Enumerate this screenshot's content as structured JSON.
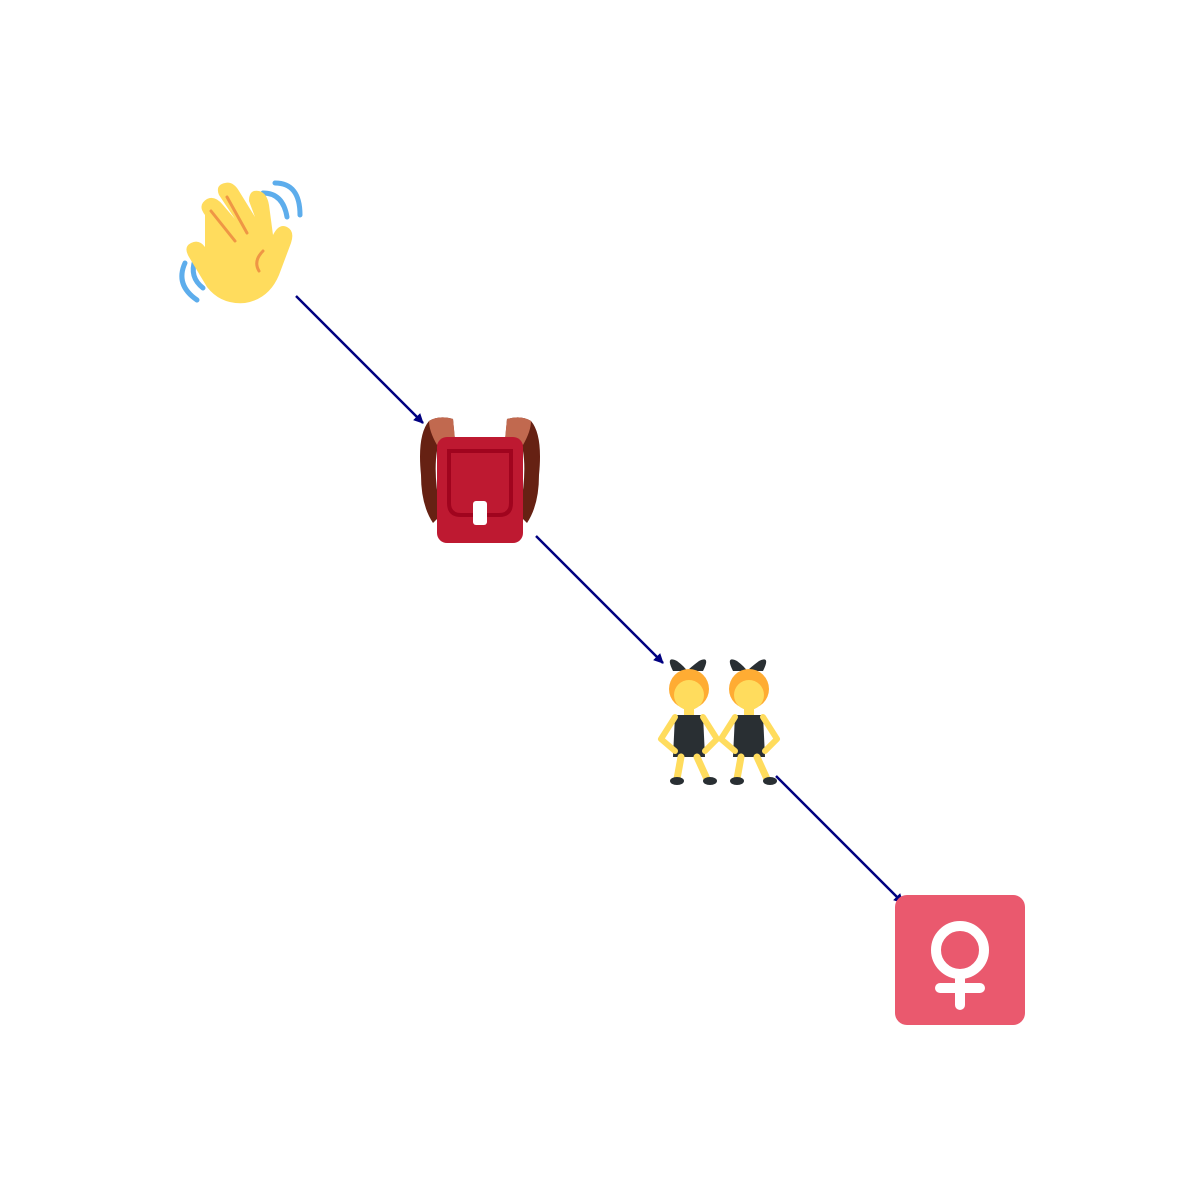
{
  "diagram": {
    "nodes": [
      {
        "id": "n1",
        "icon": "waving-hand-icon"
      },
      {
        "id": "n2",
        "icon": "backpack-icon"
      },
      {
        "id": "n3",
        "icon": "people-with-bunny-ears-icon"
      },
      {
        "id": "n4",
        "icon": "female-sign-icon"
      }
    ],
    "edges": [
      {
        "from": "n1",
        "to": "n2"
      },
      {
        "from": "n2",
        "to": "n3"
      },
      {
        "from": "n3",
        "to": "n4"
      }
    ]
  },
  "colors": {
    "edge": "#000080",
    "skin": "#FFDC5D",
    "skin_line": "#EF9645",
    "wave": "#5DADEC",
    "bag": "#BE1931",
    "bag_dark": "#A0041E",
    "strap": "#C1694F",
    "strap_dark": "#662113",
    "hair": "#FFAC33",
    "suit": "#292F33",
    "female_bg": "#EA596E",
    "white": "#FFFFFF"
  }
}
